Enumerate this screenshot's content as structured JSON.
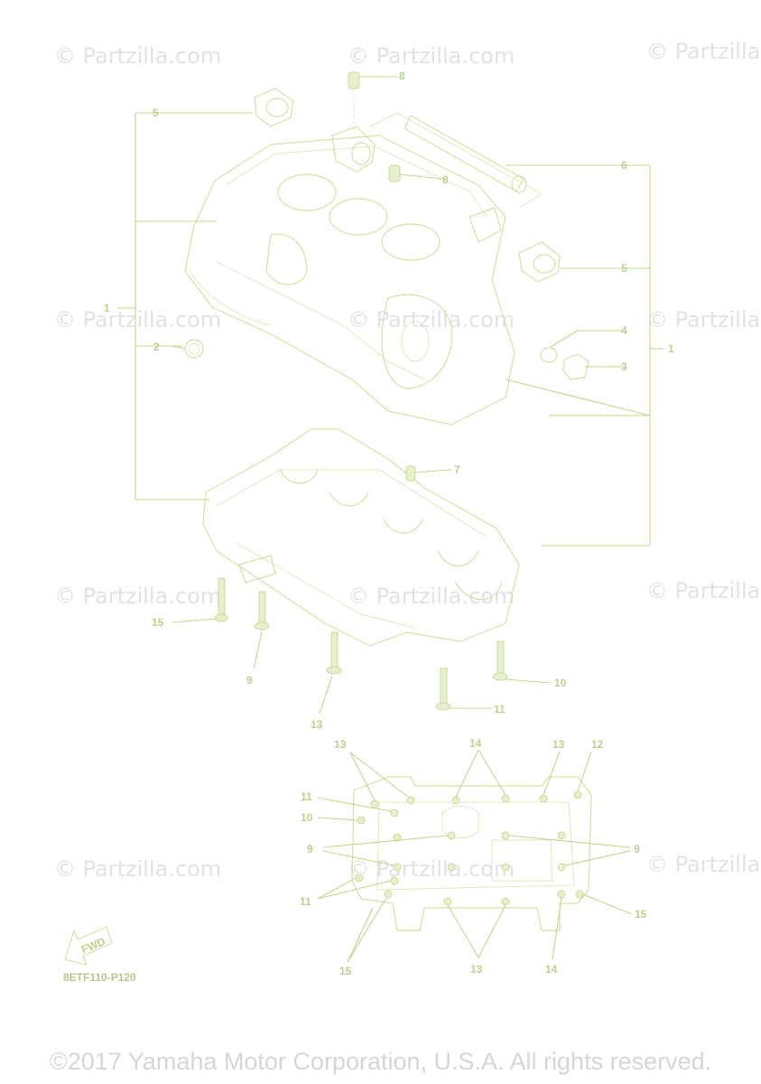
{
  "watermarks": [
    "© Partzilla.com",
    "© Partzilla.com",
    "© Partzilla",
    "© Partzilla.com",
    "© Partzilla.com",
    "© Partzilla",
    "© Partzilla.com",
    "© Partzilla.com",
    "© Partzilla",
    "© Partzilla.com",
    "© Partzilla.com",
    "© Partzilla"
  ],
  "callouts": {
    "c1a": "1",
    "c1b": "1",
    "c2": "2",
    "c3": "3",
    "c4": "4",
    "c5a": "5",
    "c5b": "5",
    "c6": "6",
    "c7": "7",
    "c8a": "8",
    "c8b": "8",
    "c9a": "9",
    "c10a": "10",
    "c11a": "11",
    "c13a": "13",
    "c15a": "15",
    "d13a": "13",
    "d14a": "14",
    "d13b": "13",
    "d12": "12",
    "d11a": "11",
    "d10": "10",
    "d9a": "9",
    "d9b": "9",
    "d11b": "11",
    "d15a": "15",
    "d15b": "15",
    "d13c": "13",
    "d14b": "14"
  },
  "fwd_label": "FWD",
  "diagram_code": "8ETF110-P120",
  "copyright": "©2017 Yamaha Motor Corporation, U.S.A. All rights reserved.",
  "colors": {
    "linework": "#cfe3a4",
    "callout_text": "#b9d28a",
    "watermark": "#dfe2e6"
  }
}
